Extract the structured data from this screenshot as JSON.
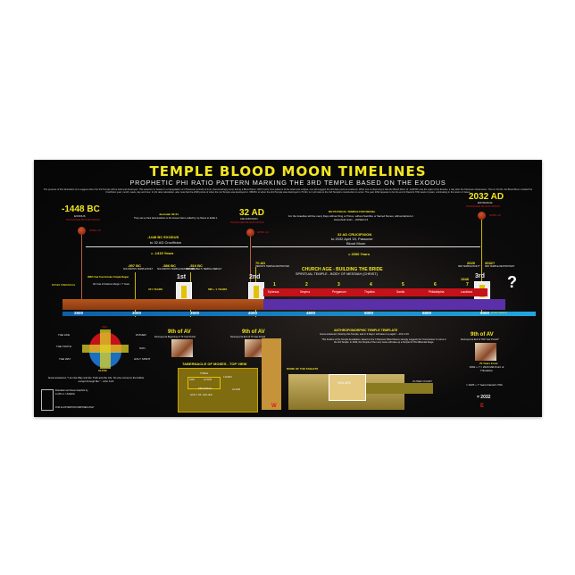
{
  "header": {
    "title": "TEMPLE BLOOD MOON TIMELINES",
    "subtitle": "PROPHETIC PHI RATIO PATTERN MARKING THE 3RD TEMPLE BASED ON THE EXODUS",
    "intro": "The purpose of this illustration is to suggest when the 3rd Temple will be built and destroyed. This assertion is based on a triangulation of 3 Passover periods of time, that amazingly occur during a Blood Moon. With 2 prior time patterns of the total lunar eclipse, one will suggest the 3rd date point as evidence. What one is observing is that the Blood Moon of -1448 BC was the night of the Exodus, 1 day after the Passover observance. Then in 32 AD, the Blood Moon marked the Crucifixion year, month, week, day and hour. In phi ratio calculation, also note that the 2000 points of when the 1st Temple was destroyed in -586 BC to when the 2nd Temple was destroyed in 70 AD, is in phi ratio to the 3rd Temple's construction to occur. The year 2032 appears to be the end of Daniel's 70th week of years, culminating in the return of Jesus."
  },
  "events": {
    "exodus": {
      "year": "-1448 BC",
      "label": "EXODUS",
      "sub": "PASSOVER BLOOD MOON",
      "moon": "APRIL 15"
    },
    "crucifixion": {
      "year": "32 AD",
      "label": "CRUCIFIXION",
      "sub": "PASSOVER BLOOD MOON",
      "moon": "APRIL 14"
    },
    "entrance": {
      "year": "2032 AD",
      "label": "ENTRANCE",
      "sub": "PASSOVER BLOOD MOON",
      "moon": "APRIL 25"
    }
  },
  "spans": {
    "first": {
      "verse": "Jeremiah 32:34",
      "quote": "They set up their abominations in the House that is called by my Name to defile it.",
      "line1": "-1448 BC EXODUS",
      "line2": "to 32 AD Crucifixion",
      "total": "= -1415 Years"
    },
    "second": {
      "heading": "NO PHYSICAL TEMPLE FOR ISRAEL",
      "quote": "For the Israelites will live many Days without King or Prince, without Sacrifice or Sacred Stones, without Ephod or Household Gods. - HOSEA 3:4",
      "line1": "32 AD CRUCIFIXION",
      "line2": "to 2032 April 15, Passover",
      "line3": "Blood Moon",
      "total": "= 2000 Years"
    }
  },
  "markers": [
    {
      "year": "-957 BC",
      "desc": "SOLOMON'S TEMPLE BUILT"
    },
    {
      "year": "-586 BC",
      "desc": "SOLOMON'S TEMPLE DESTROYED"
    },
    {
      "year": "-516 BC",
      "desc": "ZERUBBABEL'S TEMPLE REBUILT"
    },
    {
      "year": "70 AD",
      "desc": "HEROD'S TEMPLE DESTROYED"
    },
    {
      "year": "2025",
      "desc": "3RD TEMPLE BUILT?"
    },
    {
      "year": "2032?",
      "desc": "3RD TEMPLE DESTROYED?"
    },
    {
      "year": "1948",
      "desc": ""
    }
  ],
  "temples": {
    "first": "1st",
    "second": "2nd",
    "third": "3rd",
    "unknown": "?"
  },
  "notes": {
    "moses": "MOSES TABERNACLE",
    "solomon": "480th Year from Exodus Temple Begun",
    "solomon2": "4th Year of Solomon Reign = 7 Years",
    "gap1": "371 YEARS",
    "gap2": "586 + 1 YEARS"
  },
  "church": {
    "title": "CHURCH AGE - BUILDING THE BRIDE",
    "subtitle": "SPIRITUAL TEMPLE - BODY OF MESSIAH (CHRIST)",
    "churches": [
      {
        "n": "1",
        "name": "Ephesus"
      },
      {
        "n": "2",
        "name": "Smyrna"
      },
      {
        "n": "3",
        "name": "Pergamum"
      },
      {
        "n": "4",
        "name": "Thyatira"
      },
      {
        "n": "5",
        "name": "Sardis"
      },
      {
        "n": "6",
        "name": "Philadelphia"
      },
      {
        "n": "7",
        "name": "Laodicea"
      }
    ]
  },
  "axis": {
    "ticks": [
      "2500",
      "3000",
      "3500",
      "4000",
      "4500",
      "5000",
      "5500",
      "6000"
    ],
    "suffix": "(From Adam)"
  },
  "av": [
    {
      "title": "9th of AV",
      "desc": "Destroyed at Beginning of 70 Year Period"
    },
    {
      "title": "9th of AV",
      "desc": "Destroyed at End of 70 Year Period"
    },
    {
      "title": "9th of AV",
      "desc": "Destroyed at End of 70th Year Period?"
    }
  ],
  "cross": {
    "left": [
      "THE LIFE",
      "THE TRUTH",
      "THE WAY"
    ],
    "right": [
      "FATHER",
      "SON",
      "HOLY SPIRIT"
    ],
    "top": "VEIL",
    "bottom": "ALTAR",
    "quote": "Jesus answered, \"I am the Way and the Truth and the Life. No one comes to the Father except through Me.\" - John 14:6"
  },
  "tabernacle": {
    "title": "TABERNACLE OF MOSES - TOP VIEW",
    "table": "TABLE",
    "ark": "ARK",
    "altar_inc": "ALTAR",
    "holy": "HOLY OF HOLIES",
    "laver": "LAVER",
    "altar": "ALTAR",
    "menorah": "MENORAH"
  },
  "anthro": {
    "title": "ANTHROPOMORPHIC TEMPLE TEMPLATE",
    "quote": "Jesus answered, 'Destroy this Temple, and in 3 Days I will raise it up again' - John 2:19",
    "body": "This timeline of the Temple desolations, based on the 3 Passover Blood Moons strongly suggests the 'Cornerstone' to come is the 3rd Temple. In 2032, the Temple of the Lord, Jesus will raise up a Temple for His Millennial Reign.",
    "dome": "DOME OF THE TABLETS",
    "holies": "HOLIES",
    "outer": "OUTER COURT",
    "west": "W",
    "east": "E"
  },
  "prophecy": {
    "l1": "70 Years From",
    "l2": "1962 + 7 = 2029 Mid-Point of Tribulation",
    "l3": "= 2025 + 7 Years Daniel's 70th",
    "result": "= 2032"
  },
  "credits": {
    "author": "LUIS H. UCEDA",
    "role": "Illustration and Scene Graphics by",
    "note": "FOR ILLUSTRATION PURPOSES ONLY"
  },
  "colors": {
    "accent": "#f2e622",
    "blood": "#d2231c",
    "timeline": "#b5551b",
    "church": "#c4121a",
    "spiritual": "#5a2fa8",
    "axis": "#22a6e0"
  }
}
